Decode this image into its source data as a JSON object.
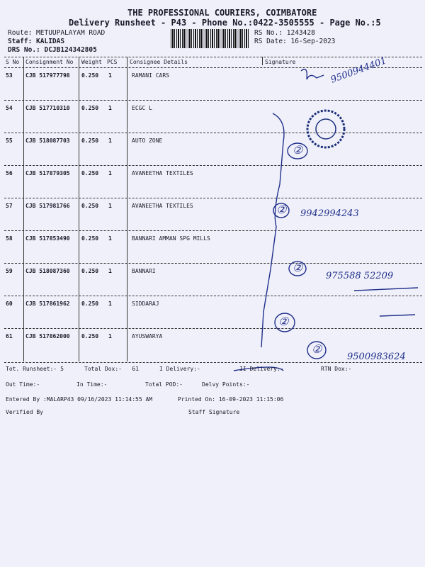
{
  "header": {
    "company": "THE PROFESSIONAL COURIERS, COIMBATORE",
    "subtitle": "Delivery Runsheet - P43 - Phone No.:0422-3505555 - Page No.:5",
    "route": "Route: METUUPALAYAM ROAD",
    "staff": "Staff: KALIDAS",
    "drs": "DRS No.: DCJB124342805",
    "rs_no": "RS No.: 1243428",
    "rs_date": "RS Date: 16-Sep-2023"
  },
  "table": {
    "columns": [
      "S No",
      "Consignment No",
      "Weight",
      "PCS",
      "Consignee Details",
      "Signature"
    ],
    "rows": [
      {
        "sno": "53",
        "consignment": "CJB 517977798",
        "weight": "0.250",
        "pcs": "1",
        "consignee": "RAMANI CARS"
      },
      {
        "sno": "54",
        "consignment": "CJB 517710310",
        "weight": "0.250",
        "pcs": "1",
        "consignee": "ECGC L"
      },
      {
        "sno": "55",
        "consignment": "CJB 518087703",
        "weight": "0.250",
        "pcs": "1",
        "consignee": "AUTO ZONE"
      },
      {
        "sno": "56",
        "consignment": "CJB 517879305",
        "weight": "0.250",
        "pcs": "1",
        "consignee": "AVANEETHA TEXTILES"
      },
      {
        "sno": "57",
        "consignment": "CJB 517981766",
        "weight": "0.250",
        "pcs": "1",
        "consignee": "AVANEETHA TEXTILES"
      },
      {
        "sno": "58",
        "consignment": "CJB 517853490",
        "weight": "0.250",
        "pcs": "1",
        "consignee": "BANNARI AMMAN SPG MILLS"
      },
      {
        "sno": "59",
        "consignment": "CJB 518087360",
        "weight": "0.250",
        "pcs": "1",
        "consignee": "BANNARI"
      },
      {
        "sno": "60",
        "consignment": "CJB 517861962",
        "weight": "0.250",
        "pcs": "1",
        "consignee": "SIDDARAJ"
      },
      {
        "sno": "61",
        "consignment": "CJB 517862000",
        "weight": "0.250",
        "pcs": "1",
        "consignee": "AYUSWARYA"
      }
    ]
  },
  "handwriting": {
    "sig1_phone": "9500944401",
    "sig3": "②",
    "sig5": "②",
    "sig5_phone": "9942994243",
    "sig6": "②",
    "sig6_num": "975588 52209",
    "sig8": "②",
    "sig9": "②",
    "sig9_phone": "9500983624"
  },
  "footer": {
    "tot_runsheet": "Tot. Runsheet:- 5",
    "total_dox": "Total Dox:-   61",
    "i_delivery": "I Delivery:-",
    "ii_delivery": "II Delivery:-",
    "rtn_dox": "RTN Dox:-",
    "out_time": "Out Time:-",
    "in_time": "In Time:-",
    "total_pod": "Total POD:-",
    "delvy_points": "Delvy Points:-",
    "entered_by": "Entered By :MALARP43 09/16/2023 11:14:55 AM",
    "printed_on": "Printed On: 16-09-2023 11:15:06",
    "verified_by": "Verified By",
    "staff_signature": "Staff Signature"
  }
}
